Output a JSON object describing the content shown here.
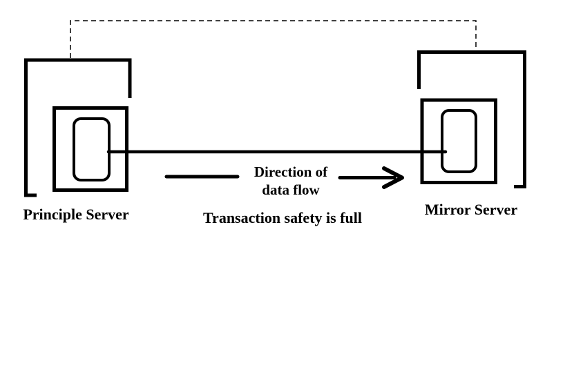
{
  "diagram": {
    "nodes": {
      "principle": {
        "label": "Principle Server"
      },
      "mirror": {
        "label": "Mirror Server"
      }
    },
    "flow": {
      "direction_line1": "Direction of",
      "direction_line2": "data flow"
    },
    "caption": "Transaction safety is full"
  },
  "colors": {
    "stroke": "#000000",
    "background": "#ffffff"
  }
}
